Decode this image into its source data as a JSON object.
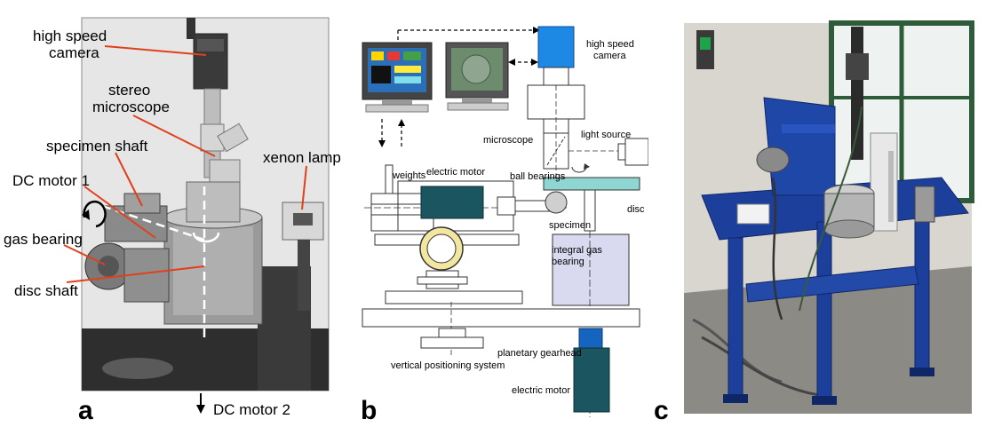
{
  "panel_a": {
    "letter": "a",
    "labels": {
      "high_speed_camera_1": "high speed",
      "high_speed_camera_2": "camera",
      "stereo_microscope_1": "stereo",
      "stereo_microscope_2": "microscope",
      "specimen_shaft": "specimen shaft",
      "xenon_lamp": "xenon lamp",
      "dc_motor_1": "DC motor 1",
      "gas_bearing": "gas bearing",
      "disc_shaft": "disc shaft",
      "dc_motor_2": "DC motor 2"
    }
  },
  "panel_b": {
    "letter": "b",
    "labels": {
      "high_speed_camera_1": "high speed",
      "high_speed_camera_2": "camera",
      "microscope": "microscope",
      "light_source": "light source",
      "weights": "weights",
      "electric_motor_top": "electric motor",
      "ball_bearings": "ball bearings",
      "disc": "disc",
      "specimen": "specimen",
      "integral_gas_1": "integral gas",
      "integral_gas_2": "bearing",
      "planetary_gearhead": "planetary gearhead",
      "vertical_positioning": "vertical positioning system",
      "electric_motor_bottom": "electric motor"
    }
  },
  "panel_c": {
    "letter": "c"
  },
  "colors": {
    "leader_red": "#e0401c",
    "diagram_teal": "#1b5560",
    "disc_cyan": "#8fd6d3",
    "gas_bearing_lavender": "#d9d9ef",
    "camera_blue": "#1e88e5",
    "gearhead_blue": "#1565c0",
    "rig_blue": "#1c3f9c",
    "ring_yellow": "#f2e6a0"
  }
}
